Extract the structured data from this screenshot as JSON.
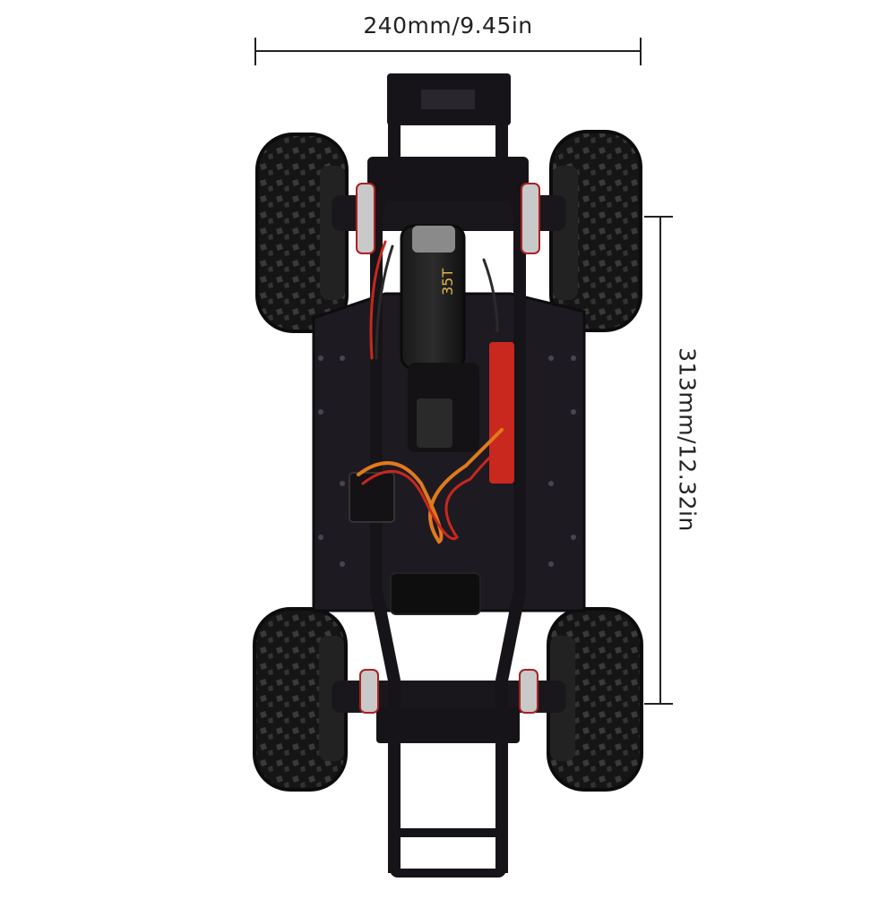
{
  "image": {
    "alt": "Top-down view of an RC crawler chassis with four knobby tires, motor, servo and wiring",
    "colors": {
      "background": "#ffffff",
      "chassis": "#161418",
      "plate": "#1e1a22",
      "tire": "#1a1a1a",
      "tread": "#3a3a3a",
      "wire_orange": "#e07a1c",
      "wire_red": "#c8281e",
      "spring": "#c9c9c9",
      "dimension_line": "#222222"
    }
  },
  "dimensions": {
    "width_label": "240mm/9.45in",
    "length_label": "313mm/12.32in"
  },
  "motor": {
    "label": "35T"
  }
}
